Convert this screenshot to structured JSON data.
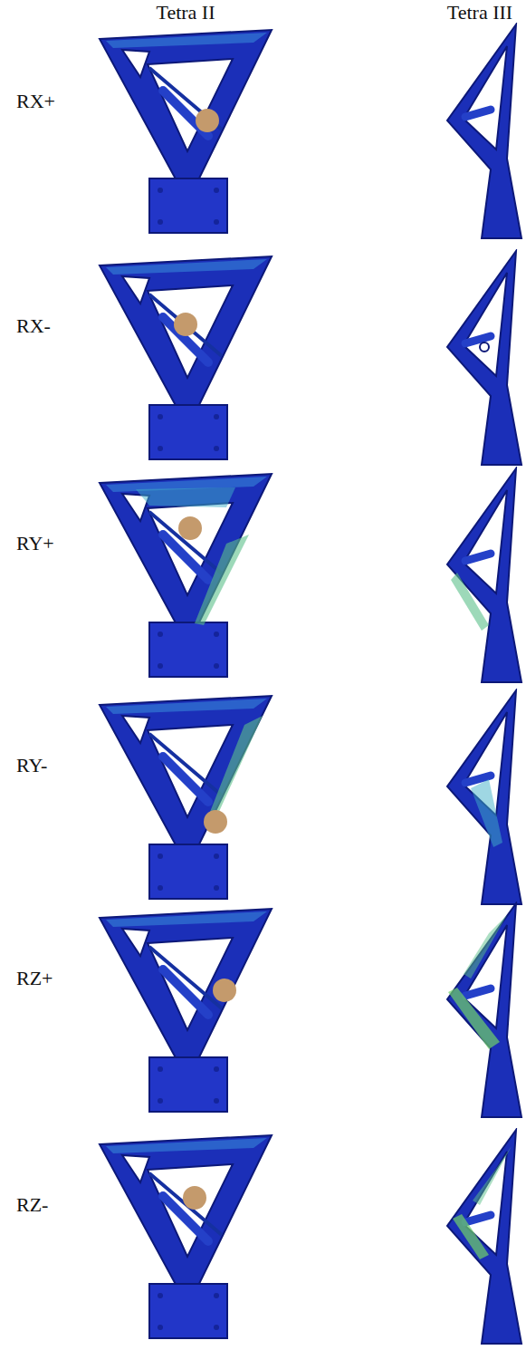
{
  "diagram": {
    "labels": [
      "Tetra II",
      "Tetra III",
      "RX+",
      "RX-",
      "RY+",
      "RY-",
      "RZ+",
      "RZ-"
    ]
  }
}
